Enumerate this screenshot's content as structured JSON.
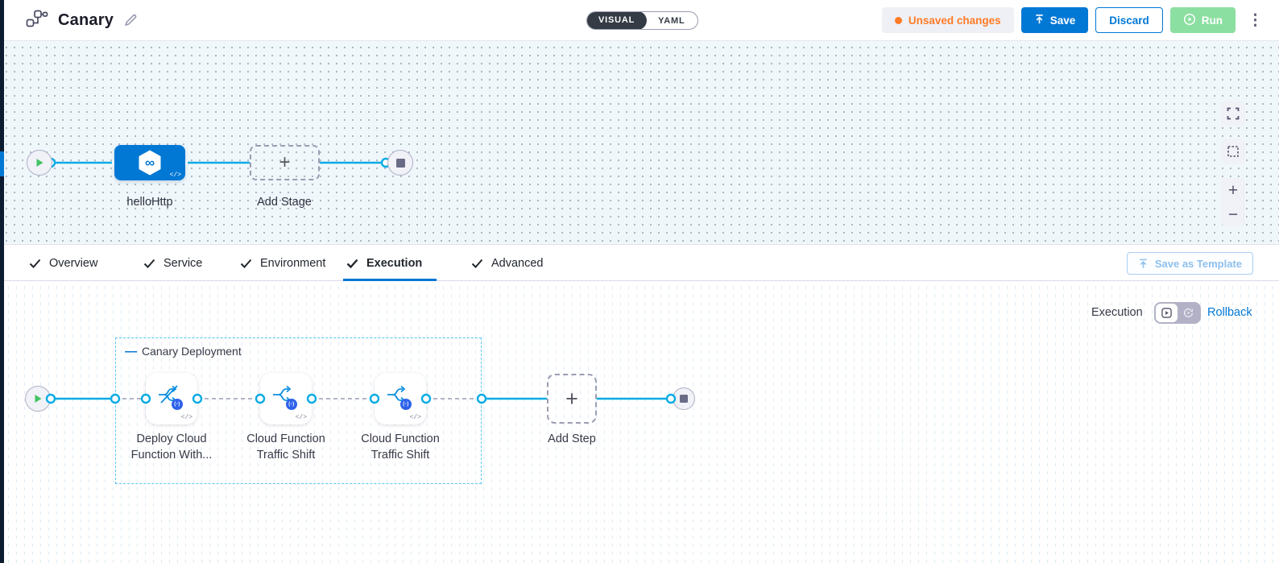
{
  "colors": {
    "primary_blue": "#0278d5",
    "connector_blue": "#0aabe4",
    "unsaved_orange": "#ff7b26",
    "run_green": "#8bdfa0",
    "strip_navy": "#0b1c31",
    "group_border_cyan": "#57c7f0"
  },
  "icons": {
    "plus": "+",
    "minus": "−",
    "kebab": "⋮",
    "code": "</>",
    "function_badge": "(-)",
    "collapse_dash": "—",
    "infinity": "∞"
  },
  "header": {
    "title": "Canary",
    "mode_toggle": {
      "visual": "VISUAL",
      "yaml": "YAML",
      "selected": "VISUAL"
    },
    "unsaved_changes": "Unsaved changes",
    "save": "Save",
    "discard": "Discard",
    "run": "Run"
  },
  "stage_canvas": {
    "stage_label": "helloHttp",
    "add_stage_label": "Add Stage"
  },
  "tabs": {
    "items": [
      {
        "label": "Overview",
        "checked": true,
        "active": false
      },
      {
        "label": "Service",
        "checked": true,
        "active": false
      },
      {
        "label": "Environment",
        "checked": true,
        "active": false
      },
      {
        "label": "Execution",
        "checked": true,
        "active": true
      },
      {
        "label": "Advanced",
        "checked": true,
        "active": false
      }
    ],
    "save_as_template": "Save as Template"
  },
  "execution_canvas": {
    "execution_label": "Execution",
    "rollback_label": "Rollback",
    "group_title": "Canary Deployment",
    "steps": [
      {
        "label": "Deploy Cloud Function With..."
      },
      {
        "label": "Cloud Function Traffic Shift"
      },
      {
        "label": "Cloud Function Traffic Shift"
      }
    ],
    "add_step_label": "Add Step"
  }
}
